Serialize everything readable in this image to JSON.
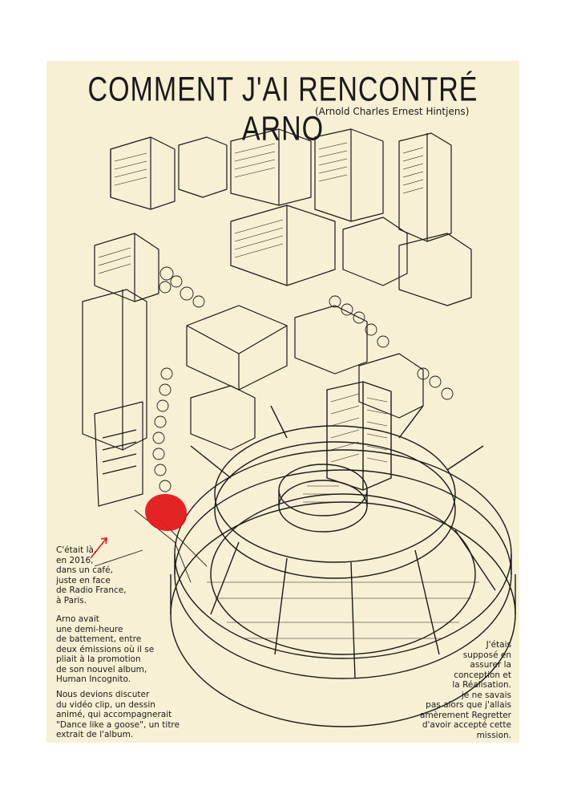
{
  "header": {
    "title": "COMMENT J'AI RENCONTRÉ ARNO",
    "subtitle": "(Arnold Charles Ernest Hintjens)"
  },
  "captions": {
    "intro": "C'était là,\nen 2016,\ndans un café,\njuste en face\nde Radio France,\nà Paris.",
    "arno": "Arno avait\nune demi-heure\nde battement, entre\ndeux émissions où il se\npliait à la promotion\nde son nouvel album,\nHuman Incognito.",
    "discuss": "Nous devions discuter\ndu vidéo clip, un dessin\nanimé, qui accompagnerait\n\"Dance like a goose\", un titre\nextrait de l'album.",
    "right": "J'étais\nsupposé en\nassurer la\nconception et\nla Réalisation.\nje ne savais\npas alors que j'allais\namèrement Regretter\nd'avoir accepté cette\nmission."
  },
  "colors": {
    "paper": "#f8f0d4",
    "ink": "#1a1a1a",
    "marker": "#e3171b"
  }
}
